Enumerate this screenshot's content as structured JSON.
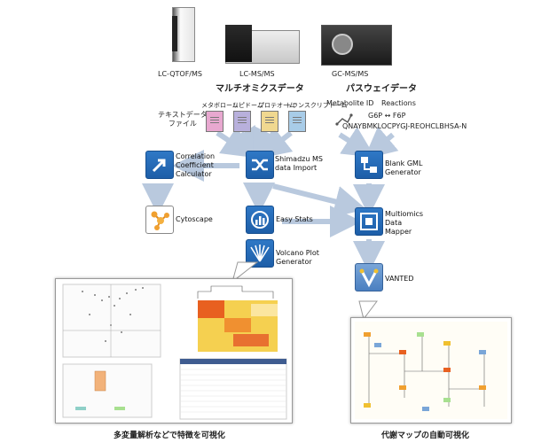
{
  "instruments": [
    {
      "label": "LC-QTOF/MS"
    },
    {
      "label": "LC-MS/MS"
    },
    {
      "label": "GC-MS/MS"
    }
  ],
  "multiomics": {
    "title": "マルチオミクスデータ",
    "text_file_label": "テキストデータ\nファイル",
    "files": [
      "メタボローム",
      "リピドーム",
      "プロテオーム",
      "トランスクリプトーム"
    ],
    "file_colors": [
      "#e8a8d0",
      "#b8b0dc",
      "#f0d890",
      "#a8cce8"
    ]
  },
  "pathway": {
    "title": "パスウェイデータ",
    "metabolite_label": "Metabolite ID",
    "reactions_label": "Reactions",
    "reaction": "G6P ↔ F6P",
    "id_string": "QNAYBMKLOCPYGJ-REOHCLBHSA-N"
  },
  "nodes": {
    "correlation": "Correlation\nCoefficient\nCalculator",
    "shimadzu": "Shimadzu MS\ndata Import",
    "blank_gml": "Blank GML\nGenerator",
    "cytoscape": "Cytoscape",
    "easy_stats": "Easy Stats",
    "multiomics_mapper": "Multiomics\nData\nMapper",
    "volcano": "Volcano Plot\nGenerator",
    "vanted": "VANTED"
  },
  "captions": {
    "left": "多変量解析などで特徴を可視化",
    "right": "代謝マップの自動可視化"
  },
  "colors": {
    "arrow": "#b9c9de",
    "node_blue": "#1d5ea8"
  }
}
